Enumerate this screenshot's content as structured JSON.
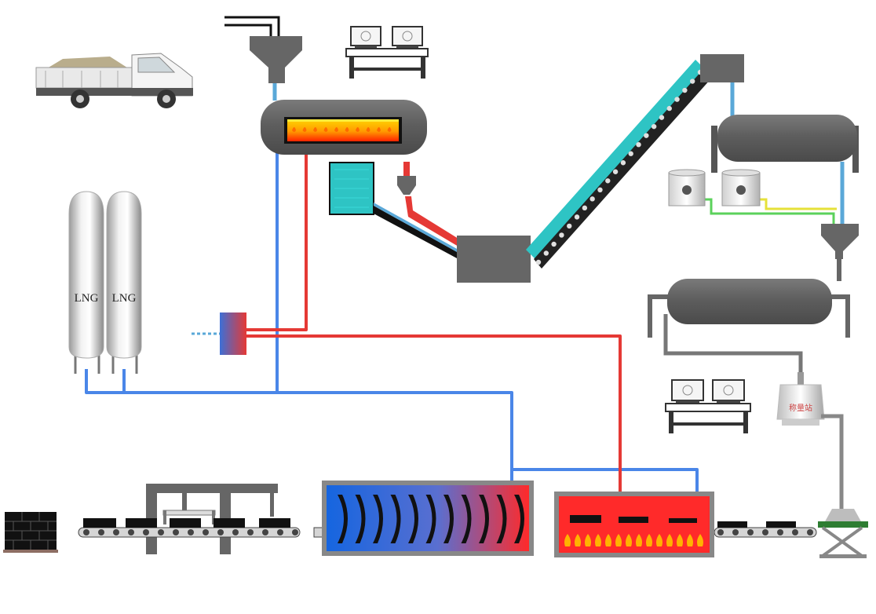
{
  "diagram": {
    "tanks": [
      {
        "label": "LNG"
      },
      {
        "label": "LNG"
      }
    ],
    "weighing_station": {
      "label": "称量站"
    },
    "colors": {
      "gas_line": "#4a86e8",
      "heat_line": "#e53935",
      "water_line": "#5aa8d8",
      "machine_gray": "#666666",
      "frame_gray": "#777777",
      "teal": "#2ec4c4",
      "kiln_hot": "#ff2a2a",
      "kiln_cool": "#1565e0",
      "flame": "#ffb300",
      "green_line": "#5bd15b",
      "yellow_line": "#e6e13a"
    },
    "icons": {
      "truck": "dump-truck-icon",
      "monitor": "computer-monitor-icon",
      "pallet": "brick-pallet-icon"
    }
  }
}
